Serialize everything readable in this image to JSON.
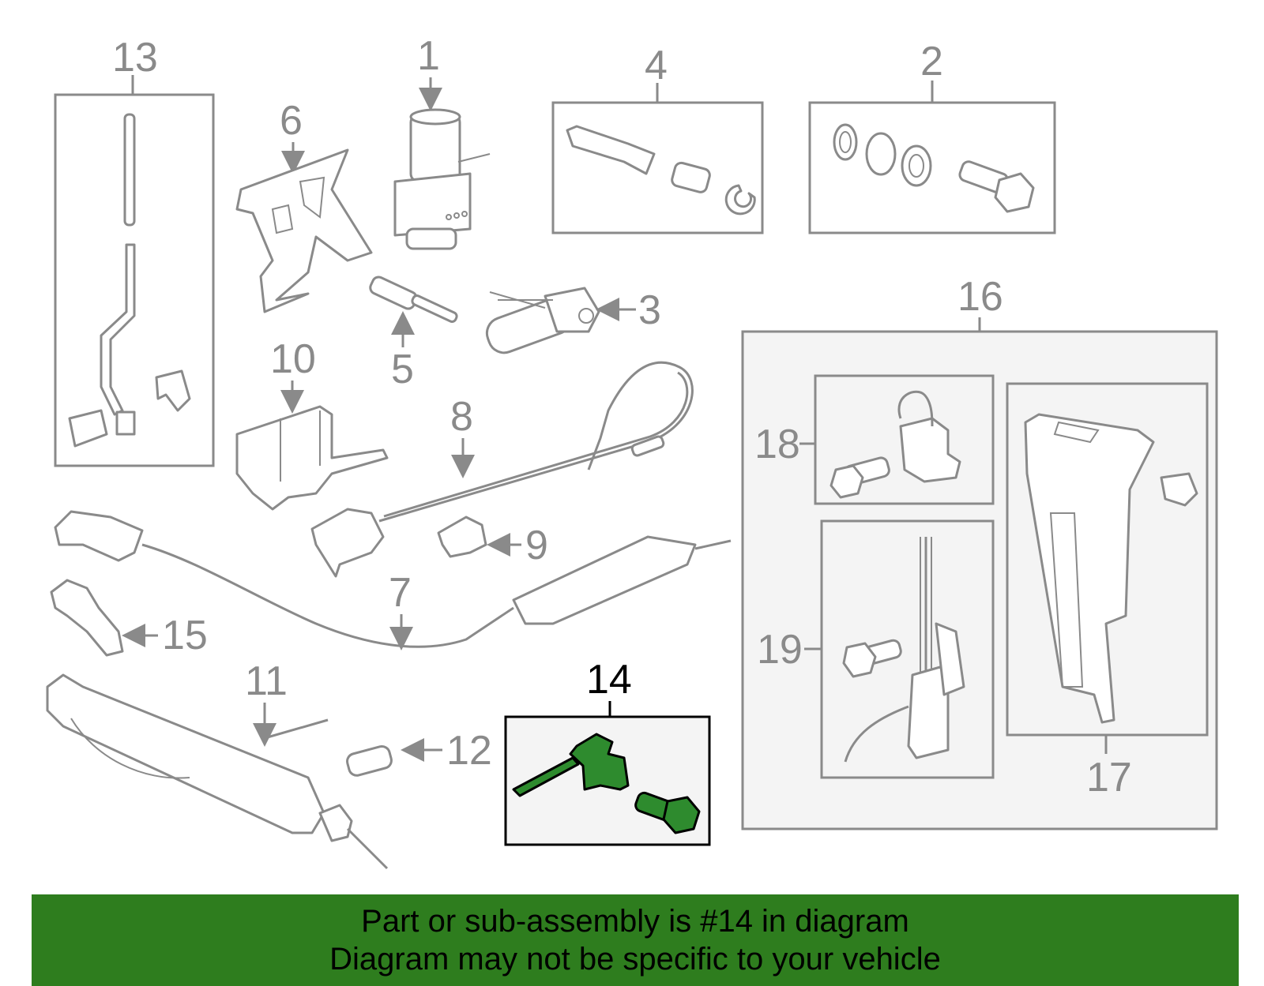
{
  "diagram": {
    "highlighted_part": "14",
    "callouts": [
      "1",
      "2",
      "3",
      "4",
      "5",
      "6",
      "7",
      "8",
      "9",
      "10",
      "11",
      "12",
      "13",
      "14",
      "15",
      "16",
      "17",
      "18",
      "19"
    ]
  },
  "banner": {
    "line1": "Part or sub-assembly is #14 in diagram",
    "line2": "Diagram may not be specific to your vehicle",
    "background_color": "#2e7d1e"
  },
  "colors": {
    "outline": "#8a8a8a",
    "highlight_fill": "#2e8b2e",
    "highlight_outline": "#000000"
  }
}
